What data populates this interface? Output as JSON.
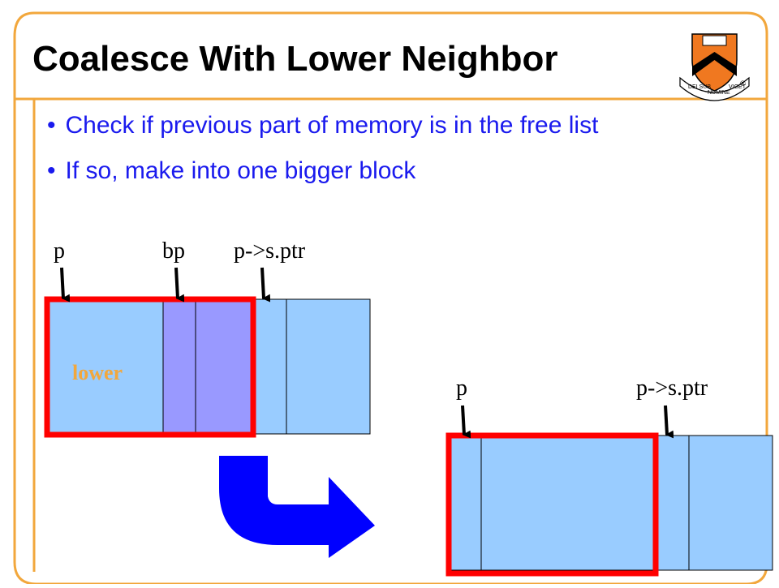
{
  "title": "Coalesce With Lower Neighbor",
  "bullets": [
    "Check if previous part of memory is in the free list",
    "If so, make into one bigger block"
  ],
  "diagram": {
    "before": {
      "labels": {
        "p": "p",
        "bp": "bp",
        "sptr": "p->s.ptr",
        "lower": "lower"
      }
    },
    "after": {
      "labels": {
        "p": "p",
        "sptr": "p->s.ptr"
      }
    }
  },
  "seal": {
    "text_left": "DEI SUB",
    "text_right": "NUMINE",
    "text_bottom": "VIGET"
  },
  "colors": {
    "frame": "#f2a73c",
    "block_fill": "#99ccff",
    "header_fill": "#9999ff",
    "highlight": "#ff0000",
    "arrow": "#0000ff",
    "lower_text": "#f2a73c",
    "shield": "#f07820"
  }
}
